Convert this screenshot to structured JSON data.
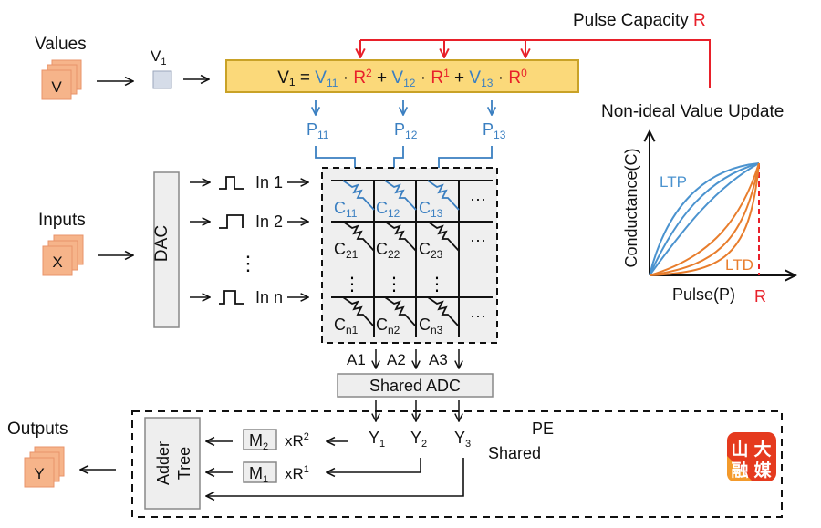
{
  "colors": {
    "black": "#111111",
    "blue": "#3a7fc1",
    "red": "#e8202a",
    "orange": "#e87d2c",
    "stack_fill": "#f6b48a",
    "stack_stroke": "#e8936a",
    "formula_fill": "#fbd97a",
    "formula_stroke": "#c9a227",
    "gray_fill": "#eeeeee",
    "gray_stroke": "#888888",
    "v1_box_fill": "#d5dce8"
  },
  "labels": {
    "values": "Values",
    "values_glyph": "V",
    "v1_label": "V",
    "v1_sub": "1",
    "pulse_capacity": "Pulse Capacity ",
    "pulse_capacity_r": "R",
    "non_ideal": "Non-ideal Value Update",
    "inputs": "Inputs",
    "inputs_glyph": "X",
    "dac": "DAC",
    "outputs": "Outputs",
    "outputs_glyph": "Y",
    "shared_adc": "Shared ADC",
    "pe": "PE",
    "shared": "Shared",
    "adder": "Adder",
    "tree": "Tree",
    "vdots": "⋮",
    "hdots": "···"
  },
  "formula": {
    "lhs": "V",
    "lhs_sub": "1",
    "eq": " = ",
    "terms": [
      {
        "v": "V",
        "sub": "11",
        "r": "R",
        "exp": "2"
      },
      {
        "v": "V",
        "sub": "12",
        "r": "R",
        "exp": "1"
      },
      {
        "v": "V",
        "sub": "13",
        "r": "R",
        "exp": "0"
      }
    ],
    "dot": " · ",
    "plus": " + "
  },
  "pulses": [
    {
      "p": "P",
      "sub": "11"
    },
    {
      "p": "P",
      "sub": "12"
    },
    {
      "p": "P",
      "sub": "13"
    }
  ],
  "inputs_rows": [
    {
      "label": "In 1",
      "waveform": "pulse-narrow"
    },
    {
      "label": "In 2",
      "waveform": "pulse-step"
    },
    {
      "label": "In n",
      "waveform": "pulse-narrow"
    }
  ],
  "crossbar": {
    "rows": [
      {
        "cells": [
          {
            "c": "C",
            "sub": "11"
          },
          {
            "c": "C",
            "sub": "12"
          },
          {
            "c": "C",
            "sub": "13"
          }
        ],
        "highlight": true
      },
      {
        "cells": [
          {
            "c": "C",
            "sub": "21"
          },
          {
            "c": "C",
            "sub": "22"
          },
          {
            "c": "C",
            "sub": "23"
          }
        ],
        "highlight": false
      },
      {
        "cells": [
          {
            "c": "C",
            "sub": "n1"
          },
          {
            "c": "C",
            "sub": "n2"
          },
          {
            "c": "C",
            "sub": "n3"
          }
        ],
        "highlight": false
      }
    ],
    "columns_out": [
      "A1",
      "A2",
      "A3"
    ]
  },
  "adc_outputs": [
    {
      "y": "Y",
      "sub": "1"
    },
    {
      "y": "Y",
      "sub": "2"
    },
    {
      "y": "Y",
      "sub": "3"
    }
  ],
  "multipliers": [
    {
      "m": "M",
      "sub": "2",
      "factor": "xR",
      "exp": "2"
    },
    {
      "m": "M",
      "sub": "1",
      "factor": "xR",
      "exp": "1"
    }
  ],
  "chart_inset": {
    "title": "Non-ideal Value Update",
    "xlabel": "Pulse(P)",
    "ylabel": "Conductance(C)",
    "x_marker": "R",
    "ltp_label": "LTP",
    "ltd_label": "LTD"
  },
  "logo": {
    "chars": [
      "山",
      "大",
      "融",
      "媒"
    ]
  }
}
